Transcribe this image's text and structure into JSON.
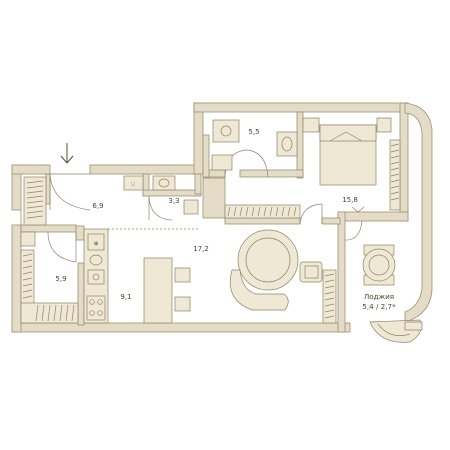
{
  "rooms": [
    {
      "id": "hall",
      "area": "6,9"
    },
    {
      "id": "bath-small",
      "area": "3,3"
    },
    {
      "id": "bath",
      "area": "5,5"
    },
    {
      "id": "bedroom",
      "area": "15,8"
    },
    {
      "id": "living",
      "area": "17,2"
    },
    {
      "id": "wardrobe",
      "area": "5,9"
    },
    {
      "id": "kitchen",
      "area": "9,1"
    }
  ],
  "loggia": {
    "name": "Лоджия",
    "area": "5,4 / 2,7*"
  },
  "entrance_icon": "arrow-down-icon",
  "colors": {
    "wall": "#e4dcc6",
    "wall_stroke": "#9c9173",
    "furniture": "#efe8d4",
    "text": "#3f4a2e"
  }
}
